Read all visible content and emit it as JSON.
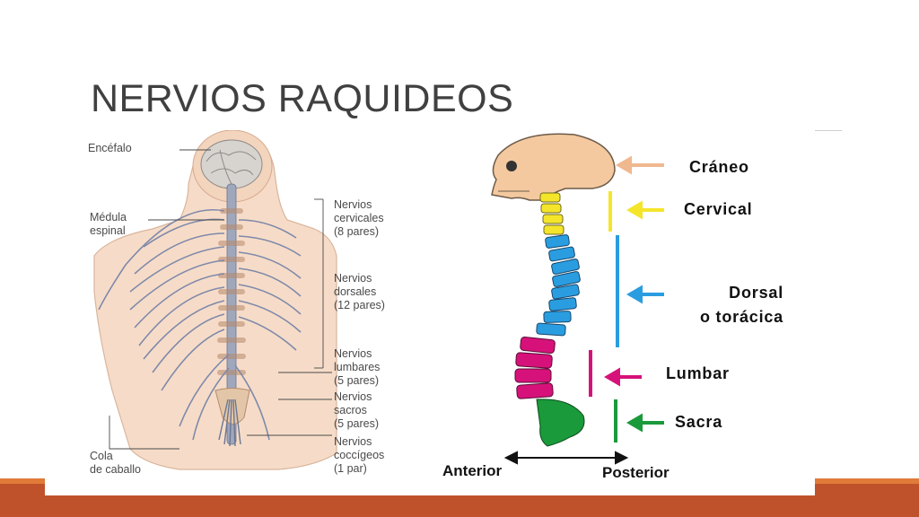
{
  "slide": {
    "title": "NERVIOS RAQUIDEOS"
  },
  "left_diagram": {
    "labels": {
      "encefalo": "Encéfalo",
      "medula": "Médula\nespinal",
      "cervicales": "Nervios\ncervicales\n(8 pares)",
      "dorsales": "Nervios\ndorsales\n(12 pares)",
      "lumbares": "Nervios\nlumbares\n(5 pares)",
      "sacros": "Nervios\nsacros\n(5 pares)",
      "coccigeos": "Nervios\ncoccígeos\n(1 par)",
      "cola": "Cola\nde caballo"
    }
  },
  "right_diagram": {
    "labels": {
      "craneo": "Cráneo",
      "cervical": "Cervical",
      "dorsal": "Dorsal\no torácica",
      "lumbar": "Lumbar",
      "sacra": "Sacra",
      "anterior": "Anterior",
      "posterior": "Posterior"
    },
    "colors": {
      "craneo": "#f4c9a0",
      "cervical": "#f5e52a",
      "dorsal": "#2a9de0",
      "lumbar": "#d6127a",
      "sacra": "#1a9a3a"
    }
  },
  "theme": {
    "accent": "#c0522b",
    "accent_light": "#e07b39"
  }
}
